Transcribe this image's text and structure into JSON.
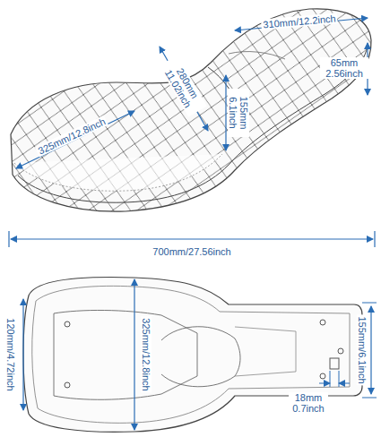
{
  "diagram": {
    "labels": [
      "310mm/12.2inch",
      "65mm 2.56inch",
      "280mm 11.02inch",
      "155mm 6.1inch",
      "325mm/12.8inch",
      "700mm/27.56inch",
      "120mm/4.72inch",
      "325mm/12.8inch",
      "155mm/6.1inch",
      "18mm 0.7inch"
    ]
  }
}
